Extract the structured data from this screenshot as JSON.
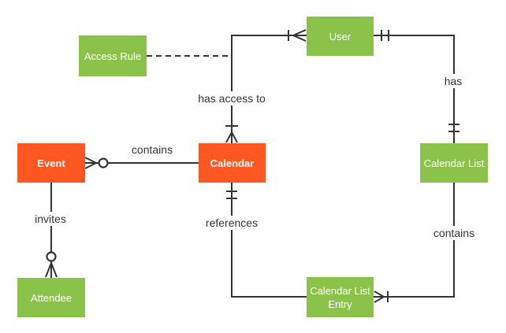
{
  "diagram": {
    "type": "entity-relationship-diagram",
    "colors": {
      "entity_green": "#8BC34A",
      "entity_orange": "#FF5722",
      "line": "#333333",
      "text_on_entity": "#FFFFFF",
      "label_text": "#333333",
      "background": "#FFFFFF"
    },
    "entities": {
      "access_rule": {
        "label": "Access Rule",
        "color": "#8BC34A"
      },
      "user": {
        "label": "User",
        "color": "#8BC34A"
      },
      "event": {
        "label": "Event",
        "color": "#FF5722"
      },
      "calendar": {
        "label": "Calendar",
        "color": "#FF5722"
      },
      "calendar_list": {
        "label": "Calendar List",
        "color": "#8BC34A"
      },
      "attendee": {
        "label": "Attendee",
        "color": "#8BC34A"
      },
      "calendar_list_entry": {
        "label": "Calendar List Entry",
        "color": "#8BC34A"
      }
    },
    "relationships": {
      "calendar_event": {
        "label": "contains",
        "from": "Calendar",
        "to": "Event",
        "line": "solid",
        "to_end_notation": "zero-or-many",
        "from_end_notation": "none"
      },
      "event_attendee": {
        "label": "invites",
        "from": "Event",
        "to": "Attendee",
        "line": "solid",
        "to_end_notation": "zero-or-many",
        "from_end_notation": "none"
      },
      "calendar_user": {
        "label": "has access to",
        "from": "Calendar",
        "to": "User",
        "line": "solid",
        "to_end_notation": "one-or-many",
        "from_end_notation": "one-or-many"
      },
      "user_calendar_list": {
        "label": "has",
        "from": "User",
        "to": "Calendar List",
        "line": "solid",
        "to_end_notation": "exactly-one",
        "from_end_notation": "exactly-one"
      },
      "calendar_list_entry_ref": {
        "label": "references",
        "from": "Calendar",
        "to": "Calendar List Entry",
        "line": "solid",
        "to_end_notation": "none",
        "from_end_notation": "exactly-one"
      },
      "list_contains_entry": {
        "label": "contains",
        "from": "Calendar List",
        "to": "Calendar List Entry",
        "line": "solid",
        "to_end_notation": "one-or-many",
        "from_end_notation": "none"
      },
      "access_rule_link": {
        "label": "",
        "from": "Access Rule",
        "to": "has access to relationship",
        "line": "dashed",
        "to_end_notation": "none",
        "from_end_notation": "none"
      }
    }
  }
}
